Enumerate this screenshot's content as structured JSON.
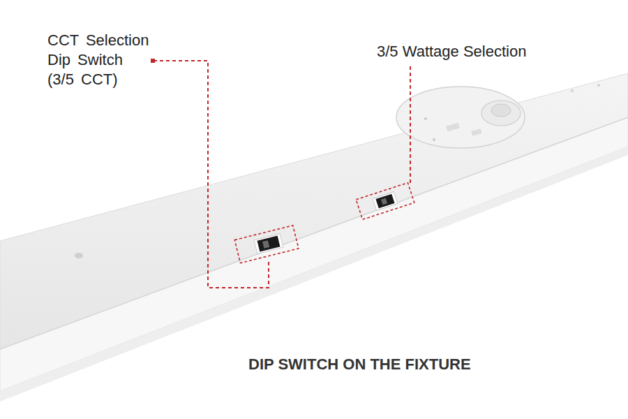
{
  "diagram": {
    "caption": "DIP SWITCH ON THE FIXTURE",
    "labels": [
      "CCT Selection Dip Switch (3/5 CCT)",
      "3/5 Wattage Selection"
    ]
  }
}
